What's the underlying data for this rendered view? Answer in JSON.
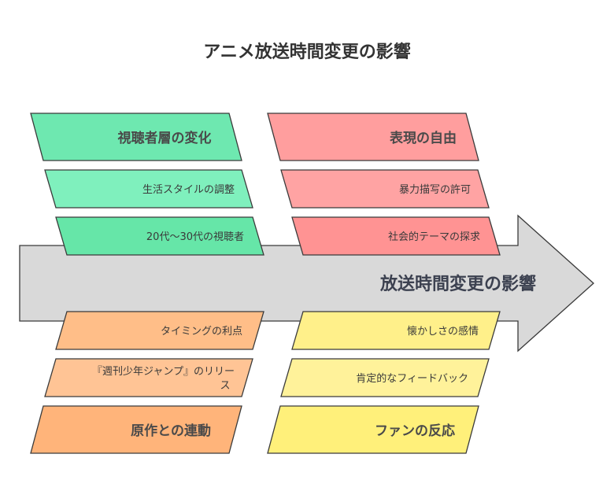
{
  "title": "アニメ放送時間変更の影響",
  "spine_label": "放送時間変更の影響",
  "colors": {
    "green": "#6ee8b0",
    "red": "#ff9e9e",
    "orange": "#ffbe88",
    "yellow": "#fff08a",
    "spine": "#d9d9d9"
  },
  "groups": {
    "viewers": {
      "category": "視聴者層の変化",
      "items": [
        "生活スタイルの調整",
        "20代〜30代の視聴者"
      ]
    },
    "expression": {
      "category": "表現の自由",
      "items": [
        "暴力描写の許可",
        "社会的テーマの探求"
      ]
    },
    "source": {
      "category": "原作との連動",
      "items": [
        "タイミングの利点",
        "『週刊少年ジャンプ』のリリー",
        "ス"
      ]
    },
    "fans": {
      "category": "ファンの反応",
      "items": [
        "懐かしさの感情",
        "肯定的なフィードバック"
      ]
    }
  }
}
